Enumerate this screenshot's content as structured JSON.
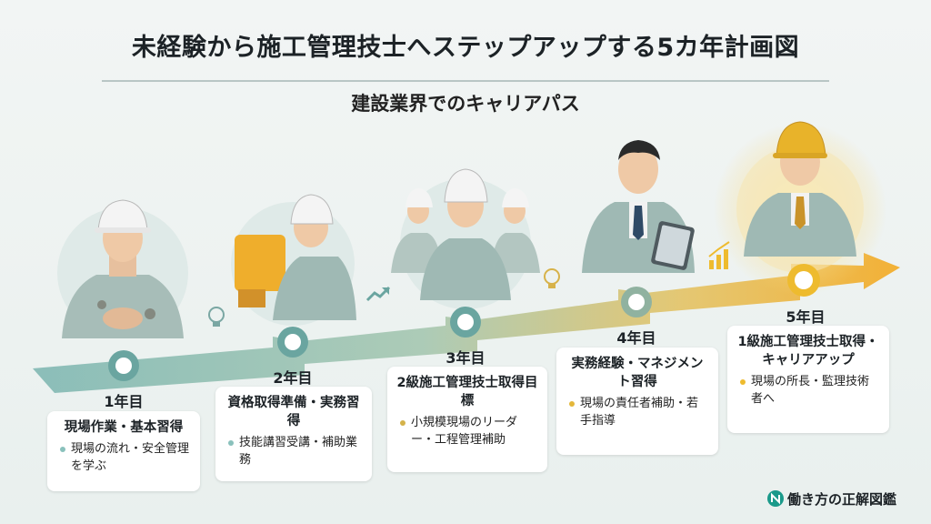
{
  "header": {
    "title": "未経験から施工管理技士へステップアップする5カ年計画図",
    "subtitle": "建設業界でのキャリアパス"
  },
  "colors": {
    "arrow_start": "#8fc0bb",
    "arrow_end": "#f0b233",
    "node_teal": "#6aa5a0",
    "node_gold": "#eebb2e",
    "uniform": "#9fb9b4",
    "helmet_white": "#f4f4f4",
    "helmet_gold": "#e8b32a"
  },
  "steps": [
    {
      "year": "1年目",
      "title": "現場作業・基本習得",
      "points": [
        "現場の流れ・安全管理を学ぶ"
      ]
    },
    {
      "year": "2年目",
      "title": "資格取得準備・実務習得",
      "points": [
        "技能講習受講・補助業務"
      ]
    },
    {
      "year": "3年目",
      "title": "2級施工管理技士取得目標",
      "points": [
        "小規模現場のリーダー・工程管理補助"
      ]
    },
    {
      "year": "4年目",
      "title": "実務経験・マネジメント習得",
      "points": [
        "現場の責任者補助・若手指導"
      ]
    },
    {
      "year": "5年目",
      "title": "1級施工管理技士取得・キャリアアップ",
      "points": [
        "現場の所長・監理技術者へ"
      ]
    }
  ],
  "icons": [
    "lightbulb-icon",
    "trend-arrow-icon",
    "lightbulb-icon",
    "growth-chart-icon"
  ],
  "brand": {
    "name": "働き方の正解図鑑",
    "logo": "n-logo-icon"
  }
}
